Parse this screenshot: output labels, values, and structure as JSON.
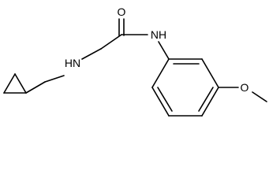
{
  "molecule": {
    "atoms": {
      "carbonyl_oxygen": "O",
      "amide_nitrogen": "NH",
      "amine_nitrogen": "HN",
      "ether_oxygen": "O"
    },
    "colors": {
      "bond": "#000000",
      "label": "#000000",
      "background": "#ffffff"
    }
  }
}
